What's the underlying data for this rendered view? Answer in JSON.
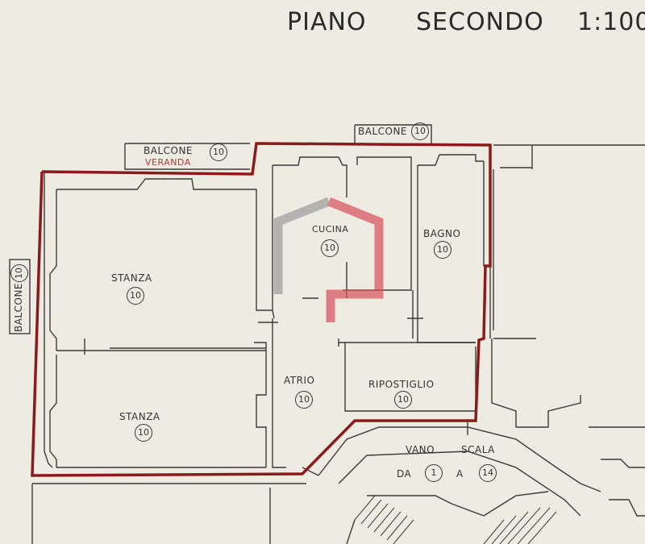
{
  "title": {
    "floor_word": "PIANO",
    "floor_name": "SECONDO",
    "scale": "1:100"
  },
  "rooms": {
    "balcone_top": {
      "label": "BALCONE",
      "number": "10"
    },
    "balcone_veranda": {
      "label": "BALCONE",
      "sub": "VERANDA",
      "number": "10"
    },
    "balcone_side": {
      "label": "BALCONE",
      "number": "10"
    },
    "cucina": {
      "label": "CUCINA",
      "number": "10"
    },
    "bagno": {
      "label": "BAGNO",
      "number": "10"
    },
    "stanza_upper": {
      "label": "STANZA",
      "number": "10"
    },
    "stanza_lower": {
      "label": "STANZA",
      "number": "10"
    },
    "atrio": {
      "label": "ATRIO",
      "number": "10"
    },
    "ripostiglio": {
      "label": "RIPOSTIGLIO",
      "number": "10"
    },
    "vano_scala": {
      "word1": "VANO",
      "word2": "SCALA",
      "from_word": "DA",
      "from_num": "1",
      "to_word": "A",
      "to_num": "14"
    }
  },
  "colors": {
    "paper": "#eeebe3",
    "wall": "#3a3a3a",
    "boundary": "#8b1a1a",
    "watermark_grey": "#9a9a9a",
    "watermark_red": "#d9505a"
  },
  "icons": {
    "watermark": "house-logo-icon"
  }
}
